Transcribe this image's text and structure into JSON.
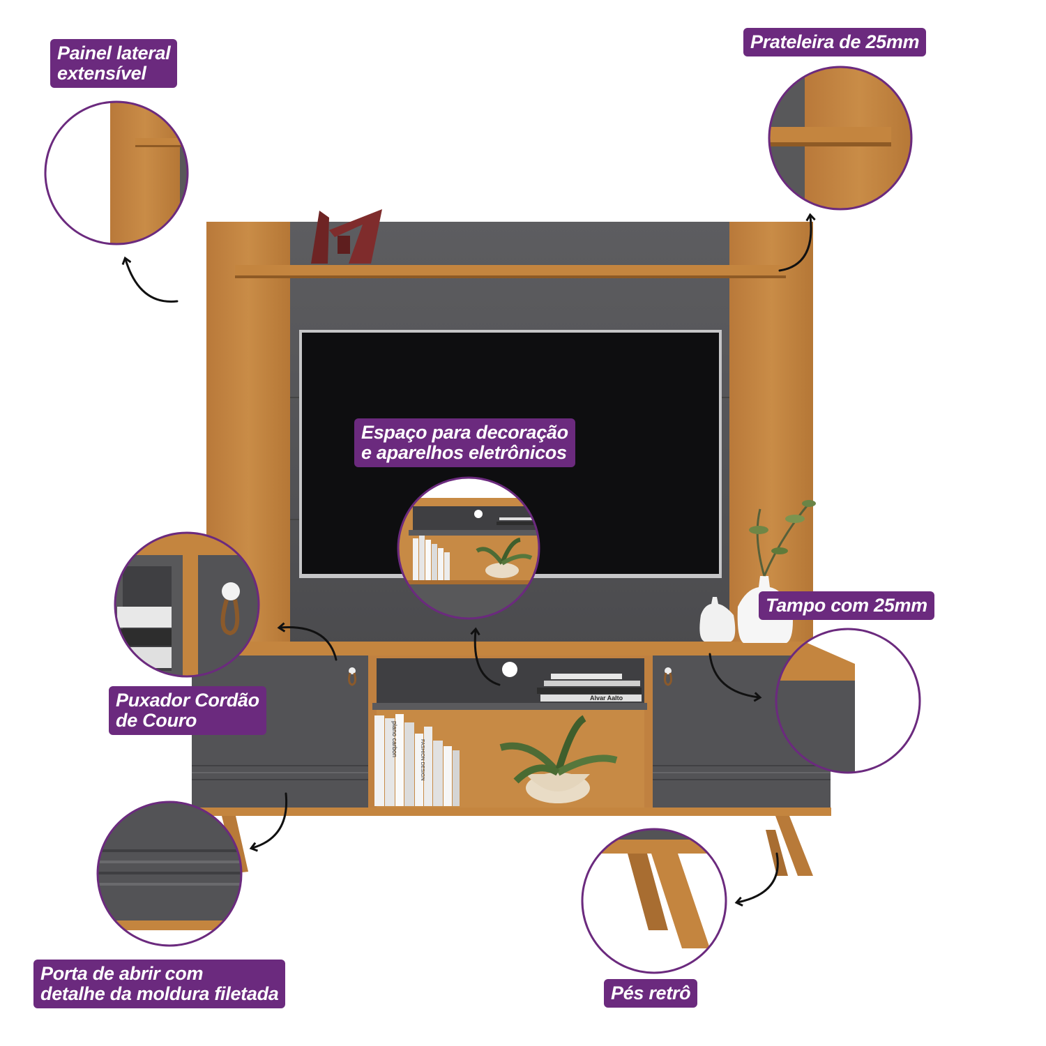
{
  "colors": {
    "wood": "#c1833f",
    "wood_dark": "#a86d31",
    "graphite": "#58585a",
    "graphite_dark": "#3f3f41",
    "tv_screen": "#0e0e10",
    "label_bg": "#6b2a7e",
    "label_text": "#ffffff",
    "detail_ring": "#6b2a7e",
    "decor_red": "#7a2a2a"
  },
  "labels": {
    "side_panel": [
      "Painel lateral",
      "extensível"
    ],
    "shelf": [
      "Prateleira de 25mm"
    ],
    "decor_space": [
      "Espaço para decoração",
      "e aparelhos eletrônicos"
    ],
    "top": [
      "Tampo com 25mm"
    ],
    "handle": [
      "Puxador Cordão",
      "de Couro"
    ],
    "door": [
      "Porta de abrir com",
      "detalhe da moldura filetada"
    ],
    "feet": [
      "Pés retrô"
    ]
  },
  "books": {
    "top_stack": [
      "Alvar Aalto"
    ],
    "spines": [
      "plano carbon",
      "FASHION DESIGN"
    ]
  },
  "icons": {
    "arrow": "curved-arrow-icon",
    "plant": "plant-icon",
    "vase": "vase-icon"
  }
}
